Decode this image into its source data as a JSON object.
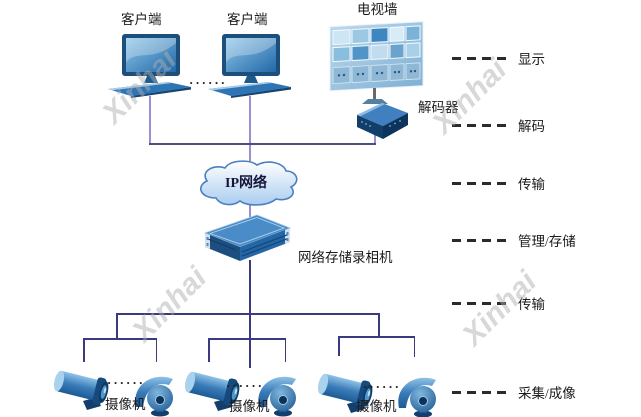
{
  "nodes": {
    "client1": {
      "label": "客户端"
    },
    "client2": {
      "label": "客户端"
    },
    "tv_wall": {
      "label": "电视墙"
    },
    "decoder": {
      "label": "解码器"
    },
    "ip_network": {
      "label": "IP网络"
    },
    "nvr": {
      "label": "网络存储录相机"
    },
    "camera_group1": {
      "label": "摄像机"
    },
    "camera_group2": {
      "label": "摄像机"
    },
    "camera_group3": {
      "label": "摄像机"
    }
  },
  "ellipsis": "······",
  "legend": {
    "rows": [
      {
        "label": "显示"
      },
      {
        "label": "解码"
      },
      {
        "label": "传输"
      },
      {
        "label": "管理/存储"
      },
      {
        "label": "传输"
      },
      {
        "label": "采集/成像"
      }
    ]
  },
  "watermark": {
    "text": "Xinhai"
  },
  "colors": {
    "line_purple": "#9a8fd2",
    "line_slate": "#4f4f7d",
    "line_navy": "#3a3a80",
    "device_blue": "#2a6ea6",
    "cloud_border": "#4a7fc0",
    "label_color": "#1b1b1b"
  }
}
